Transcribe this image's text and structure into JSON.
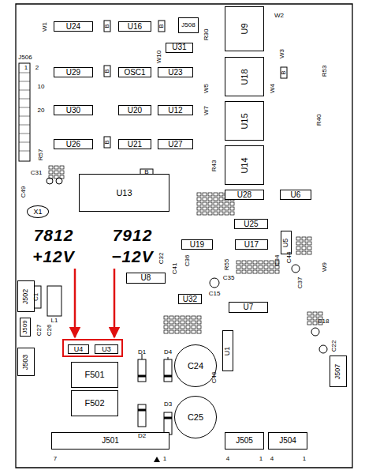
{
  "diagram": {
    "nodes": [
      {
        "text": [
          "U24"
        ]
      },
      {
        "text": [
          "U16"
        ]
      },
      {
        "text": [
          "J508"
        ]
      },
      {
        "text": [
          "U9"
        ]
      },
      {
        "text": [
          "U31"
        ]
      },
      {
        "text": [
          "U29"
        ]
      },
      {
        "text": [
          "OSC1"
        ]
      },
      {
        "text": [
          "U23"
        ]
      },
      {
        "text": [
          "U18"
        ]
      },
      {
        "text": [
          "U30"
        ]
      },
      {
        "text": [
          "U20"
        ]
      },
      {
        "text": [
          "U12"
        ]
      },
      {
        "text": [
          "U15"
        ]
      },
      {
        "text": [
          "U26"
        ]
      },
      {
        "text": [
          "U21"
        ]
      },
      {
        "text": [
          "U27"
        ]
      },
      {
        "text": [
          "U14"
        ]
      },
      {
        "text": [
          "U13"
        ]
      },
      {
        "text": [
          "X1"
        ]
      },
      {
        "text": [
          "U28"
        ]
      },
      {
        "text": [
          "U6"
        ]
      },
      {
        "text": [
          "U25"
        ]
      },
      {
        "text": [
          "U19"
        ]
      },
      {
        "text": [
          "U17"
        ]
      },
      {
        "text": [
          "U5"
        ]
      },
      {
        "text": [
          "U8"
        ]
      },
      {
        "text": [
          "U32"
        ]
      },
      {
        "text": [
          "U7"
        ]
      },
      {
        "text": [
          "U4"
        ]
      },
      {
        "text": [
          "U3"
        ]
      },
      {
        "text": [
          "U1"
        ]
      },
      {
        "text": [
          "F501"
        ]
      },
      {
        "text": [
          "F502"
        ]
      },
      {
        "text": [
          "C24"
        ]
      },
      {
        "text": [
          "C25"
        ]
      },
      {
        "text": [
          "J502"
        ]
      },
      {
        "text": [
          "J509"
        ]
      },
      {
        "text": [
          "J503"
        ]
      },
      {
        "text": [
          "J507"
        ]
      },
      {
        "text": [
          "J501"
        ]
      },
      {
        "text": [
          "J505"
        ]
      },
      {
        "text": [
          "J504"
        ]
      }
    ],
    "labels": [
      "J506",
      "1",
      "2",
      "10",
      "20",
      "W1",
      "W10",
      "W2",
      "W3",
      "W4",
      "W5",
      "W7",
      "W9",
      "R57",
      "C31",
      "C49",
      "R43",
      "R30",
      "R53",
      "R40",
      "R55",
      "C44",
      "C34",
      "C35",
      "C15",
      "C32",
      "C41",
      "C37",
      "C36",
      "C1",
      "L1",
      "C27",
      "C26",
      "C46",
      "C22",
      "C18",
      "D1",
      "D4",
      "D2",
      "D3",
      "7812",
      "+12V",
      "7912",
      "−12V",
      "7",
      "1",
      "4",
      "1",
      "4",
      "1",
      "B",
      "B",
      "B",
      "B",
      "B",
      "B"
    ]
  }
}
